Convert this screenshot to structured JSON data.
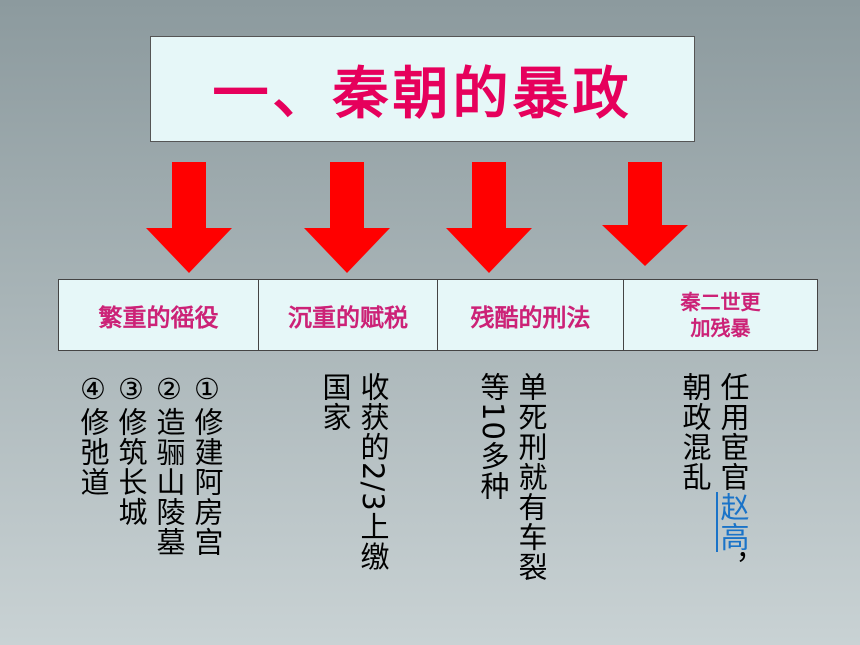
{
  "title": "一、秦朝的暴政",
  "headers": [
    {
      "label": "繁重的徭役"
    },
    {
      "label": "沉重的赋税"
    },
    {
      "label": "残酷的刑法"
    },
    {
      "line1": "秦二世更",
      "line2": "加残暴"
    }
  ],
  "columns": {
    "yaoyi": [
      "①修建阿房宫",
      "②造骊山陵墓",
      "③修筑长城",
      "④修弛道"
    ],
    "fushui": [
      "收获的2/3上缴",
      "国家"
    ],
    "xingfa": [
      "单死刑就有车裂",
      "等10多种"
    ],
    "qin2": {
      "line1_pre": "任用宦官",
      "line1_name": "赵高",
      "line1_post": "，",
      "line2": "朝政混乱"
    }
  },
  "colors": {
    "title": "#e6005c",
    "header": "#cc2277",
    "arrow": "#ff0000",
    "link": "#1a73c8"
  }
}
